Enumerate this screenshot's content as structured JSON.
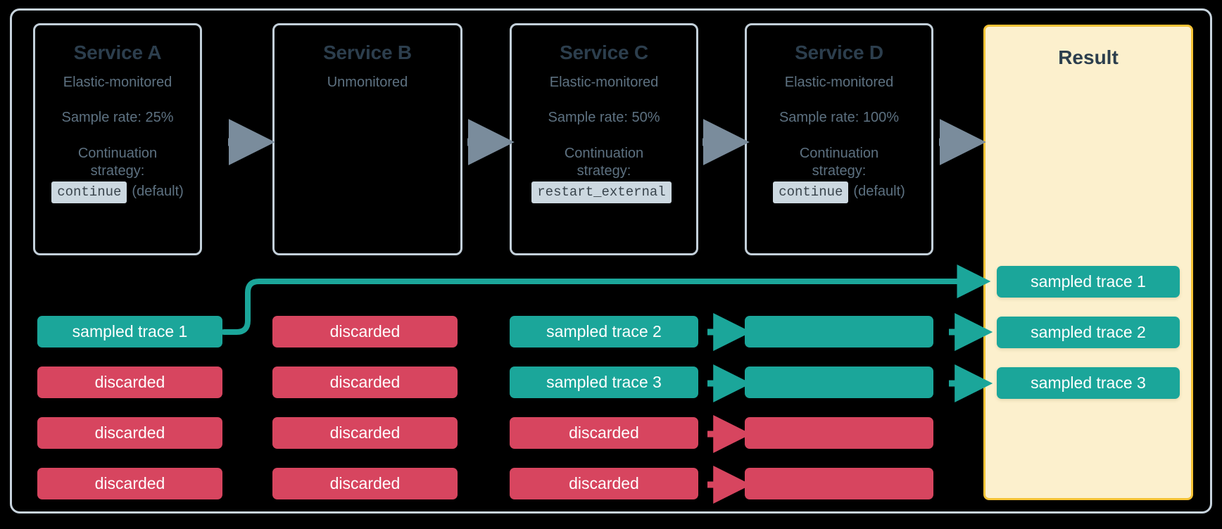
{
  "colors": {
    "background": "#000000",
    "frame_border": "#c7d3dd",
    "service_border": "#c3d0da",
    "title_text": "#2c3e4d",
    "body_text": "#5d7181",
    "badge_bg": "#ccd8e0",
    "badge_text": "#39444c",
    "sampled_green": "#1ba69a",
    "discarded_red": "#d7455f",
    "result_bg": "#fcf0cd",
    "result_border": "#f5c336",
    "gray_arrow": "#7a8c9c"
  },
  "services": [
    {
      "title": "Service A",
      "monitoring": "Elastic-monitored",
      "sample_rate": "Sample rate: 25%",
      "strategy_label_line1": "Continuation",
      "strategy_label_line2": "strategy:",
      "strategy_value": "continue",
      "strategy_note": "(default)"
    },
    {
      "title": "Service B",
      "monitoring": "Unmonitored",
      "sample_rate": "",
      "strategy_label_line1": "",
      "strategy_label_line2": "",
      "strategy_value": "",
      "strategy_note": ""
    },
    {
      "title": "Service C",
      "monitoring": "Elastic-monitored",
      "sample_rate": "Sample rate: 50%",
      "strategy_label_line1": "Continuation",
      "strategy_label_line2": "strategy:",
      "strategy_value": "restart_external",
      "strategy_note": ""
    },
    {
      "title": "Service D",
      "monitoring": "Elastic-monitored",
      "sample_rate": "Sample rate: 100%",
      "strategy_label_line1": "Continuation",
      "strategy_label_line2": "strategy:",
      "strategy_value": "continue",
      "strategy_note": "(default)"
    }
  ],
  "result": {
    "title": "Result"
  },
  "traces": {
    "column_a": [
      {
        "label": "sampled trace 1",
        "state": "sampled"
      },
      {
        "label": "discarded",
        "state": "discarded"
      },
      {
        "label": "discarded",
        "state": "discarded"
      },
      {
        "label": "discarded",
        "state": "discarded"
      }
    ],
    "column_b": [
      {
        "label": "discarded",
        "state": "discarded"
      },
      {
        "label": "discarded",
        "state": "discarded"
      },
      {
        "label": "discarded",
        "state": "discarded"
      },
      {
        "label": "discarded",
        "state": "discarded"
      }
    ],
    "column_c": [
      {
        "label": "sampled trace 2",
        "state": "sampled"
      },
      {
        "label": "sampled trace 3",
        "state": "sampled"
      },
      {
        "label": "discarded",
        "state": "discarded"
      },
      {
        "label": "discarded",
        "state": "discarded"
      }
    ],
    "column_d": [
      {
        "label": "",
        "state": "sampled"
      },
      {
        "label": "",
        "state": "sampled"
      },
      {
        "label": "",
        "state": "discarded"
      },
      {
        "label": "",
        "state": "discarded"
      }
    ],
    "column_result": [
      {
        "label": "sampled trace 1",
        "state": "sampled"
      },
      {
        "label": "sampled trace 2",
        "state": "sampled"
      },
      {
        "label": "sampled trace 3",
        "state": "sampled"
      }
    ]
  },
  "flow_arrows": {
    "service_chain": [
      "a-to-b",
      "b-to-c",
      "c-to-d",
      "d-to-result"
    ],
    "trace_arrows": [
      "c1-to-d1",
      "c2-to-d2",
      "c3-to-d3",
      "c4-to-d4",
      "d1-to-result2",
      "d2-to-result3"
    ],
    "routed_connector": "a-sampled-trace-1-to-result-1"
  }
}
